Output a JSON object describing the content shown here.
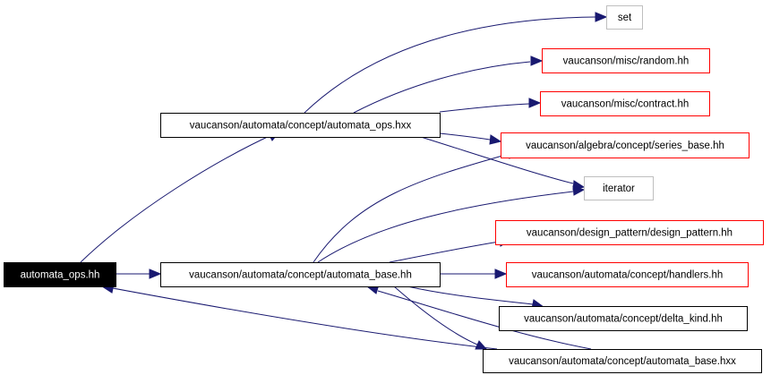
{
  "graph": {
    "colors": {
      "edge": "#191970",
      "root_fill": "#000000",
      "root_text": "#ffffff",
      "border_black": "#000000",
      "border_red": "#ff0000",
      "border_gray": "#bfbfbf",
      "node_fill": "#ffffff",
      "node_text": "#000000"
    },
    "nodes": [
      {
        "id": "automata_ops_hh",
        "label": "automata_ops.hh",
        "style": "root"
      },
      {
        "id": "automata_ops_hxx",
        "label": "vaucanson/automata/concept/automata_ops.hxx",
        "style": "black"
      },
      {
        "id": "automata_base_hh",
        "label": "vaucanson/automata/concept/automata_base.hh",
        "style": "black"
      },
      {
        "id": "set",
        "label": "set",
        "style": "gray"
      },
      {
        "id": "random_hh",
        "label": "vaucanson/misc/random.hh",
        "style": "red"
      },
      {
        "id": "contract_hh",
        "label": "vaucanson/misc/contract.hh",
        "style": "red"
      },
      {
        "id": "series_base_hh",
        "label": "vaucanson/algebra/concept/series_base.hh",
        "style": "red"
      },
      {
        "id": "iterator",
        "label": "iterator",
        "style": "gray"
      },
      {
        "id": "design_pattern_hh",
        "label": "vaucanson/design_pattern/design_pattern.hh",
        "style": "red"
      },
      {
        "id": "handlers_hh",
        "label": "vaucanson/automata/concept/handlers.hh",
        "style": "red"
      },
      {
        "id": "delta_kind_hh",
        "label": "vaucanson/automata/concept/delta_kind.hh",
        "style": "black"
      },
      {
        "id": "automata_base_hxx",
        "label": "vaucanson/automata/concept/automata_base.hxx",
        "style": "black"
      }
    ],
    "edges": [
      {
        "from": "automata_ops_hh",
        "to": "automata_ops_hxx"
      },
      {
        "from": "automata_ops_hh",
        "to": "automata_base_hh"
      },
      {
        "from": "automata_ops_hxx",
        "to": "set"
      },
      {
        "from": "automata_ops_hxx",
        "to": "random_hh"
      },
      {
        "from": "automata_ops_hxx",
        "to": "contract_hh"
      },
      {
        "from": "automata_ops_hxx",
        "to": "series_base_hh"
      },
      {
        "from": "automata_ops_hxx",
        "to": "iterator"
      },
      {
        "from": "automata_base_hh",
        "to": "series_base_hh"
      },
      {
        "from": "automata_base_hh",
        "to": "iterator"
      },
      {
        "from": "automata_base_hh",
        "to": "design_pattern_hh"
      },
      {
        "from": "automata_base_hh",
        "to": "handlers_hh"
      },
      {
        "from": "automata_base_hh",
        "to": "delta_kind_hh"
      },
      {
        "from": "automata_base_hh",
        "to": "automata_base_hxx"
      },
      {
        "from": "automata_base_hxx",
        "to": "automata_base_hh"
      },
      {
        "from": "automata_base_hxx",
        "to": "automata_ops_hh"
      }
    ]
  }
}
